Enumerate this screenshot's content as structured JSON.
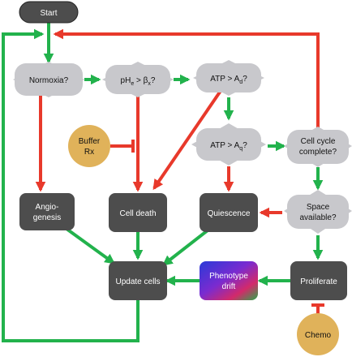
{
  "nodes": {
    "start": "Start",
    "normoxia": "Normoxia?",
    "ph_check": {
      "pre": "pH",
      "sub": "e",
      "mid": " > β",
      "sub2": "x",
      "post": "?"
    },
    "atp_ad": {
      "pre": "ATP > A",
      "sub": "d",
      "post": "?"
    },
    "atp_aq": {
      "pre": "ATP > A",
      "sub": "q",
      "post": "?"
    },
    "cell_cycle": [
      "Cell cycle",
      "complete?"
    ],
    "space": [
      "Space",
      "available?"
    ],
    "buffer": [
      "Buffer",
      "Rx"
    ],
    "angiogenesis": [
      "Angio-",
      "genesis"
    ],
    "cell_death": "Cell death",
    "quiescence": "Quiescence",
    "update_cells": "Update cells",
    "phenotype_drift": [
      "Phenotype",
      "drift"
    ],
    "proliferate": "Proliferate",
    "chemo": "Chemo"
  },
  "colors": {
    "yes_arrow": "#22b24c",
    "no_arrow": "#e8392b",
    "process": "#4d4d4d",
    "decision": "#c8c8cc",
    "treatment": "#e0b25a"
  }
}
